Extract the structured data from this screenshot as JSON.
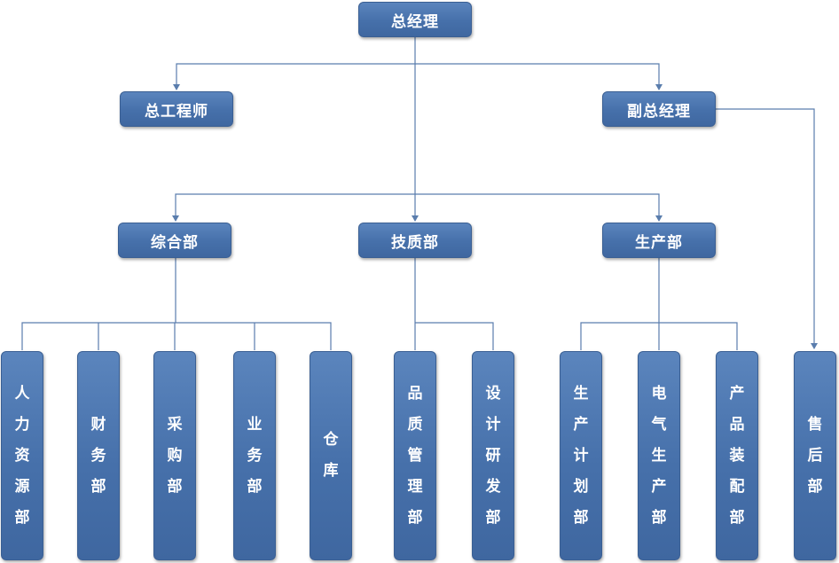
{
  "nodes": {
    "gm": "总经理",
    "chief_engineer": "总工程师",
    "deputy_gm": "副总经理",
    "general_dept": "综合部",
    "tech_quality_dept": "技质部",
    "production_dept": "生产部",
    "hr_dept": "人力资源部",
    "finance_dept": "财务部",
    "purchasing_dept": "采购部",
    "business_dept": "业务部",
    "warehouse": "仓库",
    "quality_mgmt_dept": "品质管理部",
    "design_rd_dept": "设计研发部",
    "production_plan_dept": "生产计划部",
    "electrical_prod_dept": "电气生产部",
    "product_assembly_dept": "产品装配部",
    "after_sales_dept": "售后部"
  },
  "colors": {
    "node_fill": "#4a74ad",
    "node_border": "#3a5f93",
    "connector": "#5a7dad",
    "text": "#ffffff"
  }
}
